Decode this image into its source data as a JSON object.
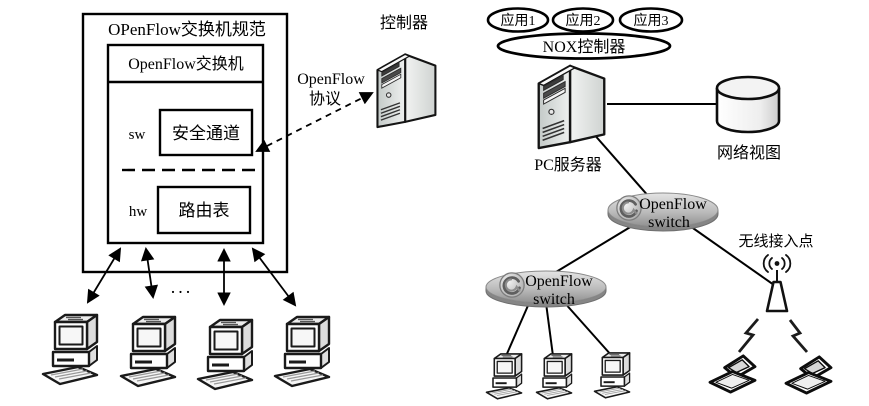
{
  "left_diagram": {
    "outer_box_title": "OPenFlow交换机规范",
    "switch_box_title": "OpenFlow交换机",
    "sw_label": "sw",
    "secure_channel_label": "安全通道",
    "hw_label": "hw",
    "routing_table_label": "路由表",
    "ellipsis": "...",
    "protocol_label_line1": "OpenFlow",
    "protocol_label_line2": "协议",
    "controller_label": "控制器"
  },
  "right_diagram": {
    "apps": [
      {
        "label": "应用1"
      },
      {
        "label": "应用2"
      },
      {
        "label": "应用3"
      }
    ],
    "nox_label": "NOX控制器",
    "pc_server_label": "PC服务器",
    "network_view_label": "网络视图",
    "switch1": {
      "line1": "OpenFlow",
      "line2": "switch"
    },
    "switch2": {
      "line1": "OpenFlow",
      "line2": "switch"
    },
    "wireless_ap_label": "无线接入点"
  },
  "colors": {
    "line": "#000000",
    "background": "#ffffff",
    "server_front": "#cdd2d0",
    "server_side": "#e9ebea",
    "disk_light": "#dedede",
    "disk_dark": "#8f8f8f"
  }
}
